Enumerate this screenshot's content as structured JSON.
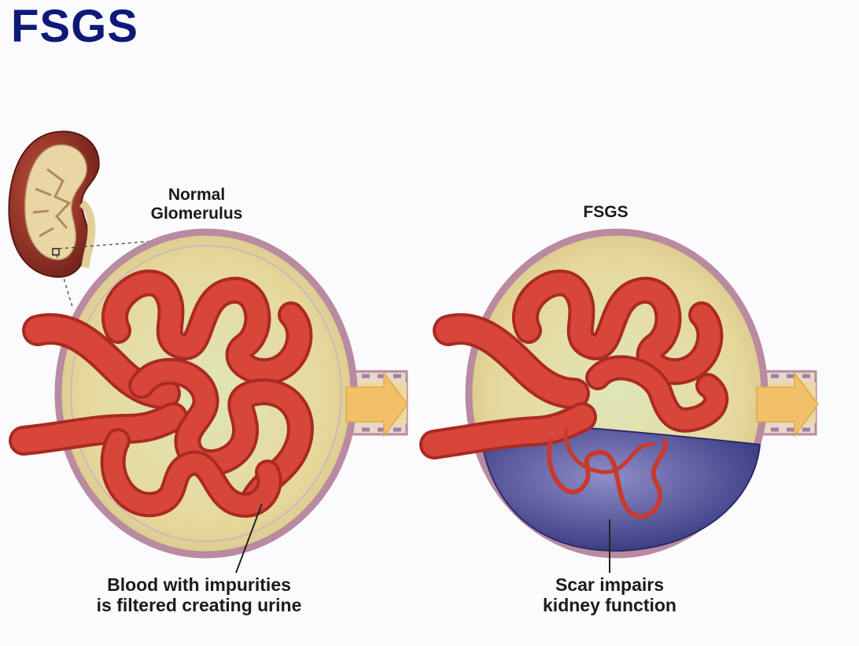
{
  "title": "FSGS",
  "diagram": {
    "left_panel": {
      "heading_line1": "Normal",
      "heading_line2": "Glomerulus",
      "caption_line1": "Blood with impurities",
      "caption_line2": "is filtered creating urine"
    },
    "right_panel": {
      "heading": "FSGS",
      "caption_line1": "Scar impairs",
      "caption_line2": "kidney function"
    }
  },
  "colors": {
    "title": "#0d1a7a",
    "capsule_wall": "#b98aa0",
    "capsule_fill": "#e9dfa6",
    "vessel": "#d8463a",
    "vessel_dark": "#a92a22",
    "scar": "#3f3f86",
    "urine_arrow": "#f2c069",
    "kidney": "#8e2d22"
  }
}
